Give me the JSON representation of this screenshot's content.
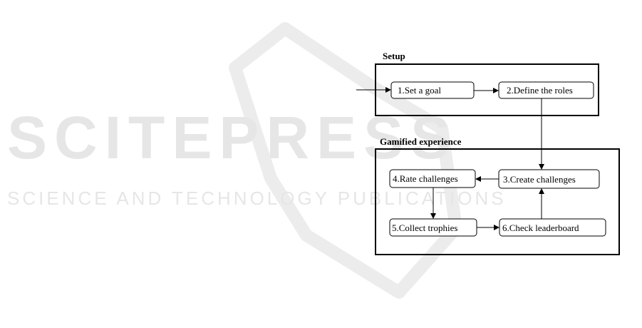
{
  "watermark": {
    "title": "SCITEPRESS",
    "subtitle": "SCIENCE AND TECHNOLOGY PUBLICATIONS"
  },
  "sections": {
    "setup": "Setup",
    "gamified": "Gamified experience"
  },
  "nodes": {
    "set_goal": "1.Set a goal",
    "define_roles": "2.Define the roles",
    "create_challenges": "3.Create challenges",
    "rate_challenges": "4.Rate challenges",
    "collect_trophies": "5.Collect trophies",
    "check_leaderboard": "6.Check leaderboard"
  },
  "colors": {
    "stroke": "#000000",
    "watermark": "#e6e6e6"
  }
}
